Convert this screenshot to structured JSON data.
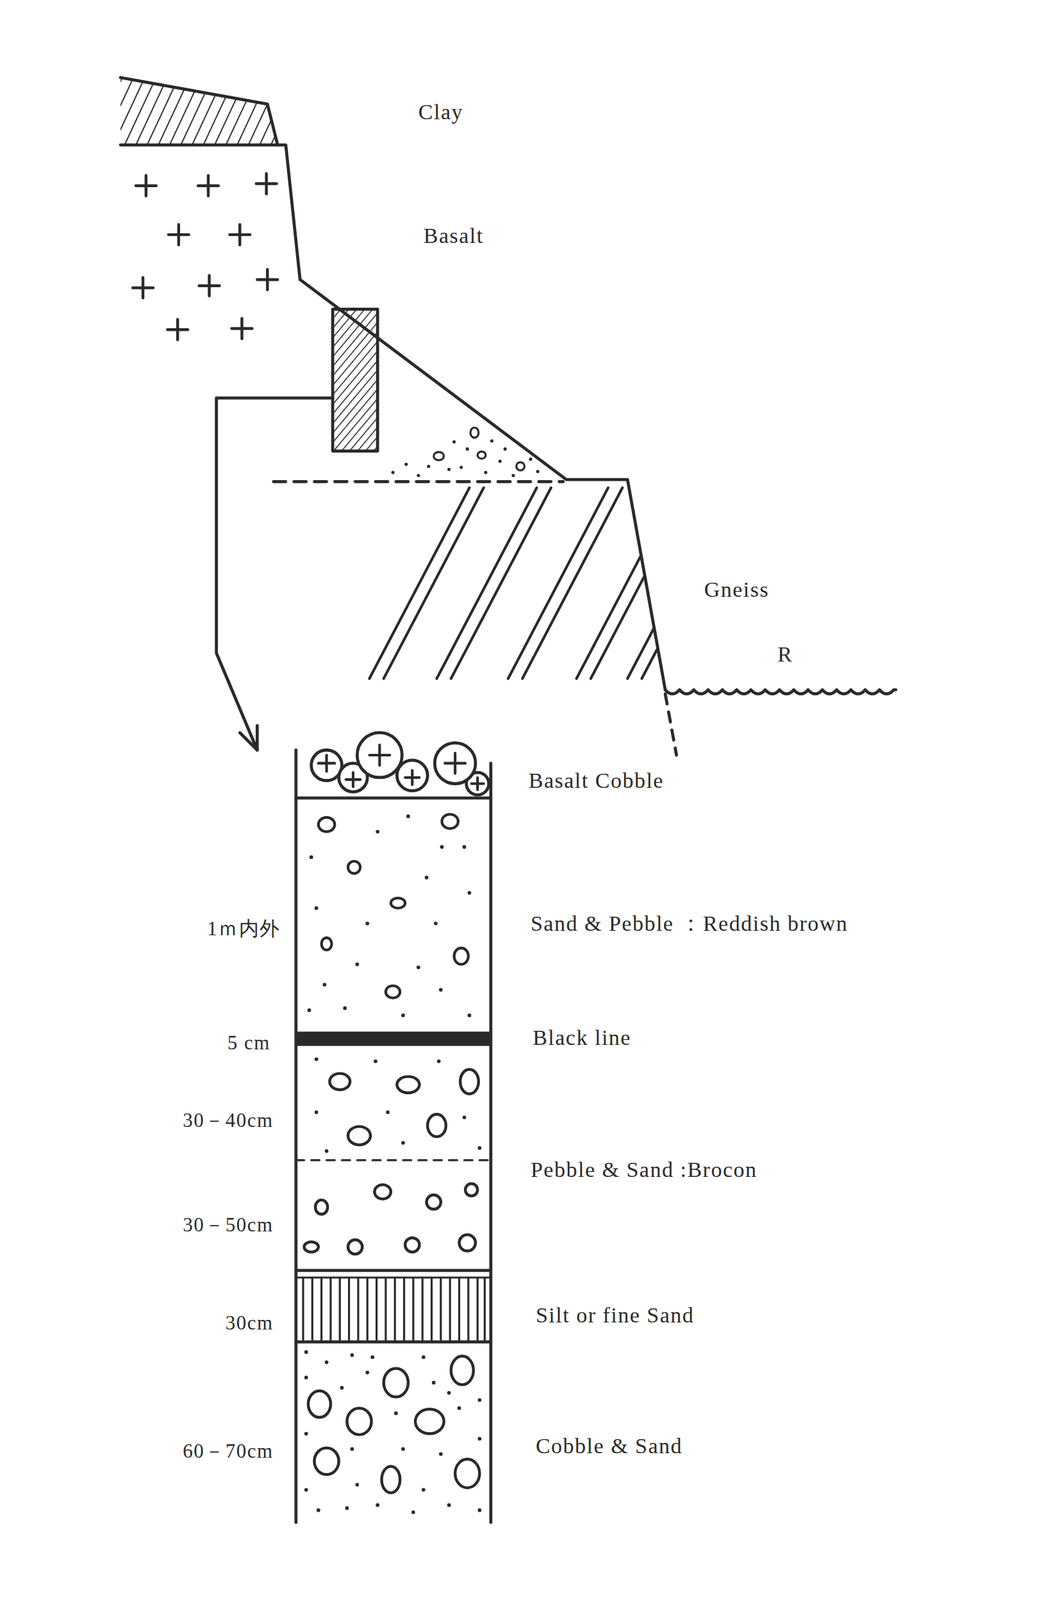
{
  "diagram": {
    "labels": [
      "Clay",
      "Basalt",
      "Gneiss",
      "R",
      "Basalt Cobble",
      "1ｍ内外",
      "Sand & Pebble ：Reddish brown",
      "5 cm",
      "Black line",
      "30－40cm",
      "Pebble & Sand :Brocon",
      "30－50cm",
      "Silt or fine Sand",
      "30cm",
      "Cobble & Sand",
      "60－70cm"
    ]
  }
}
